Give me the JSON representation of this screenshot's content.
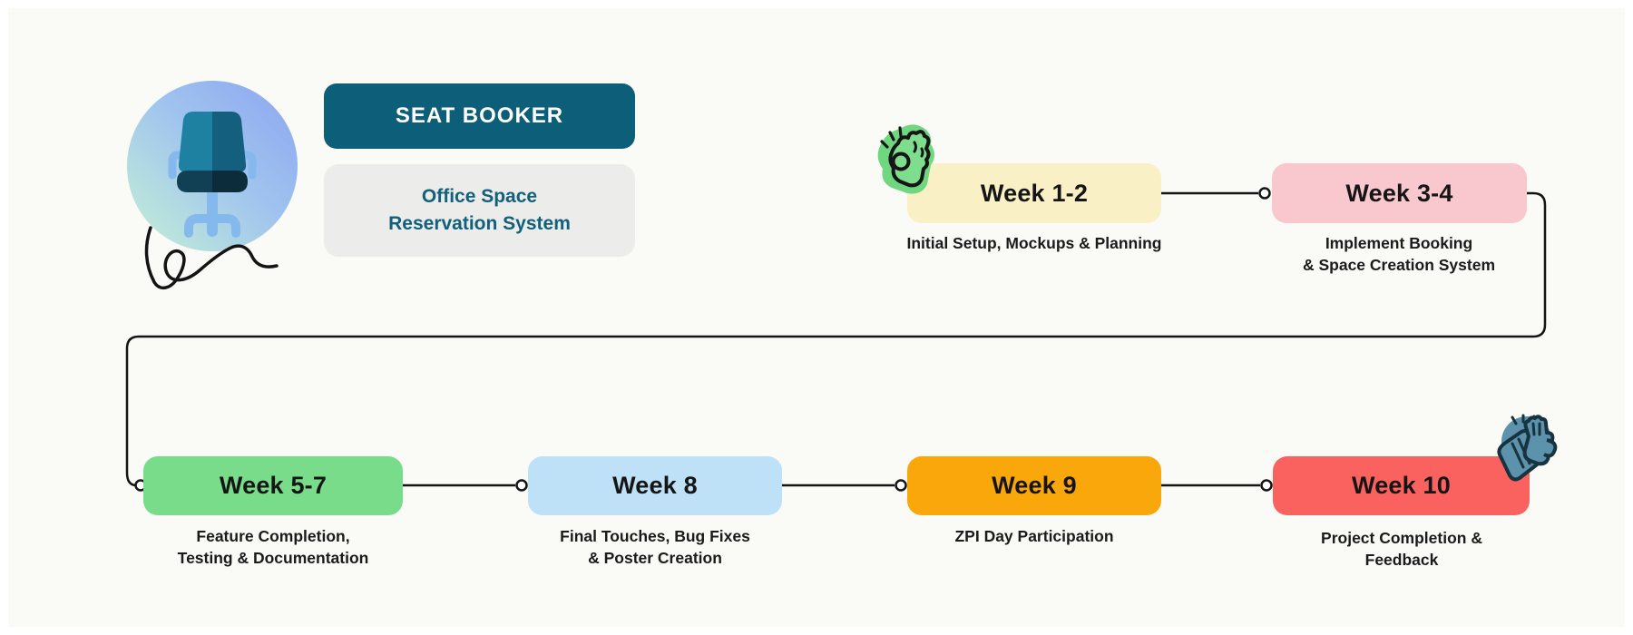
{
  "header": {
    "title": "SEAT BOOKER",
    "subtitle_line1": "Office Space",
    "subtitle_line2": "Reservation System"
  },
  "logo": {
    "icon": "office-chair-icon",
    "decoration": "signature-squiggle"
  },
  "colors": {
    "canvas_bg": "#FAFAF7",
    "badge_bg": "#0D5E78",
    "badge_text": "#FFFFFF",
    "subtitle_bg": "#ECECEA",
    "subtitle_text": "#11607C",
    "connector": "#141414",
    "title_text": "#151515"
  },
  "milestones": [
    {
      "id": "week-1-2",
      "label": "Week 1-2",
      "description": "Initial Setup, Mockups & Planning",
      "color": "#FAF0C5",
      "icon": "ok-hand-sticker"
    },
    {
      "id": "week-3-4",
      "label": "Week 3-4",
      "description": "Implement Booking\n& Space Creation System",
      "color": "#F9C8CF",
      "icon": ""
    },
    {
      "id": "week-5-7",
      "label": "Week 5-7",
      "description": "Feature Completion,\nTesting & Documentation",
      "color": "#79DC8A",
      "icon": ""
    },
    {
      "id": "week-8",
      "label": "Week 8",
      "description": "Final Touches, Bug Fixes\n& Poster Creation",
      "color": "#BEE1F8",
      "icon": ""
    },
    {
      "id": "week-9",
      "label": "Week 9",
      "description": "ZPI Day Participation",
      "color": "#F9A70B",
      "icon": ""
    },
    {
      "id": "week-10",
      "label": "Week 10",
      "description": "Project Completion & Feedback",
      "color": "#F9625F",
      "icon": "clapping-hands-sticker"
    }
  ]
}
